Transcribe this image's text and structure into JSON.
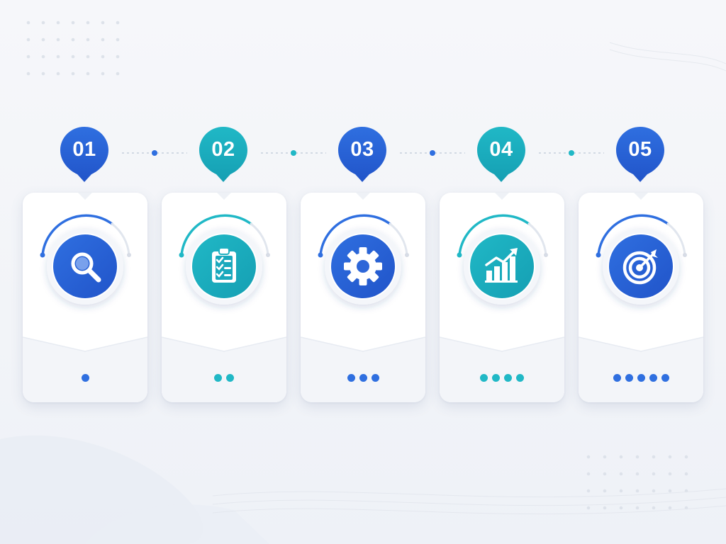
{
  "colors": {
    "blue": "#2f6fe0",
    "blue_dark": "#2154c9",
    "teal": "#20b8c6",
    "teal_dark": "#159fb3",
    "card_bg": "#ffffff",
    "page_bg": "#f3f5f9"
  },
  "steps": [
    {
      "number": "01",
      "icon": "magnifier-icon",
      "color": "blue",
      "dot_count": 1
    },
    {
      "number": "02",
      "icon": "clipboard-checklist-icon",
      "color": "teal",
      "dot_count": 2
    },
    {
      "number": "03",
      "icon": "gear-icon",
      "color": "blue",
      "dot_count": 3
    },
    {
      "number": "04",
      "icon": "bar-chart-growth-icon",
      "color": "teal",
      "dot_count": 4
    },
    {
      "number": "05",
      "icon": "target-icon",
      "color": "blue",
      "dot_count": 5
    }
  ]
}
